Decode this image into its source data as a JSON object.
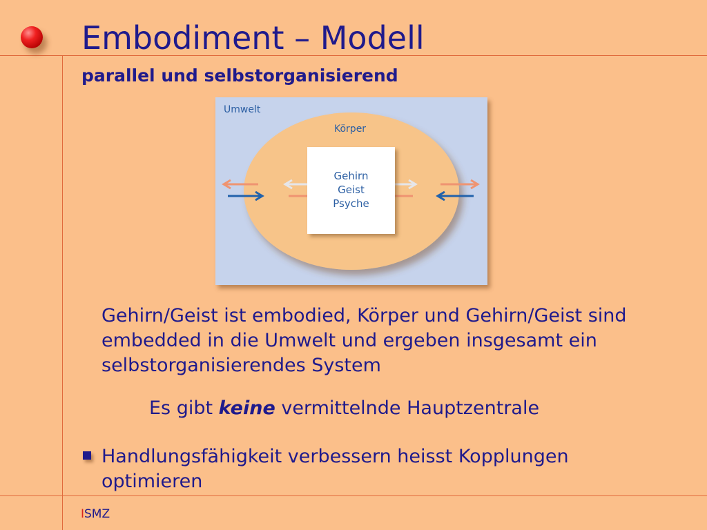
{
  "slide": {
    "title": "Embodiment – Modell",
    "subtitle": "parallel und selbstorganisierend"
  },
  "diagram": {
    "outer_label": "Umwelt",
    "middle_label": "Körper",
    "inner_lines": [
      "Gehirn",
      "Geist",
      "Psyche"
    ],
    "colors": {
      "outer_background": "#c6d3ec",
      "ellipse_fill": "#f7c489",
      "inner_box": "#ffffff",
      "arrow_blue": "#2262ab",
      "arrow_salmon": "#ef9471",
      "arrow_light": "#e6e6ea"
    }
  },
  "body": {
    "paragraph": "Gehirn/Geist ist embodied, Körper und Gehirn/Geist sind embedded in die Umwelt und ergeben insgesamt ein selbstorganisierendes System",
    "central_pre": "Es gibt",
    "central_emph": "keine",
    "central_post": "vermittelnde Hauptzentrale",
    "bullet": "Handlungsfähigkeit verbessern heisst Kopplungen optimieren"
  },
  "footer": {
    "logo_first": "I",
    "logo_rest": "SMZ"
  },
  "theme": {
    "background": "#fbbf8a",
    "rule_color": "#e06a3c",
    "text_color": "#1f1a8c"
  }
}
